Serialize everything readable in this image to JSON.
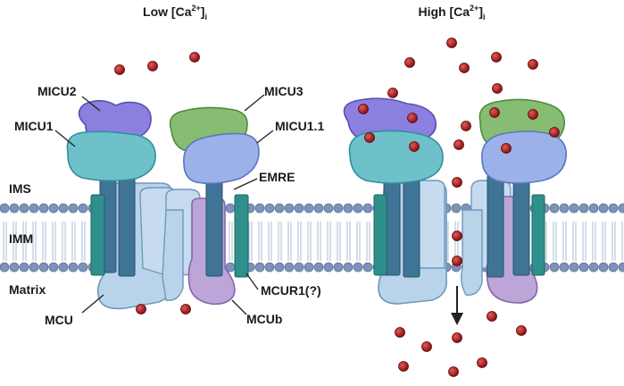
{
  "headings": {
    "low": {
      "prefix": "Low [Ca",
      "sup": "2+",
      "suffix": "]",
      "sub": "i"
    },
    "high": {
      "prefix": "High [Ca",
      "sup": "2+",
      "suffix": "]",
      "sub": "i"
    }
  },
  "labels": {
    "micu2": "MICU2",
    "micu1": "MICU1",
    "micu3": "MICU3",
    "micu1_1": "MICU1.1",
    "emre": "EMRE",
    "ims": "IMS",
    "imm": "IMM",
    "matrix": "Matrix",
    "mcu": "MCU",
    "mcur1": "MCUR1(?)",
    "mcub": "MCUb"
  },
  "colors": {
    "membrane_head": "#7d93b8",
    "membrane_tail": "#a9bcd6",
    "micu2": "#8b80e0",
    "micu1": "#6fc1c9",
    "micu3": "#86bd72",
    "micu1_1": "#9cb1e8",
    "mcu": "#b9d4ea",
    "mcub": "#bca6d8",
    "emre": "#3f7496",
    "mcur1": "#2f8f8a",
    "calcium": "#9b1b1b"
  },
  "icons": [
    "calcium-ion",
    "arrow-down-icon"
  ]
}
